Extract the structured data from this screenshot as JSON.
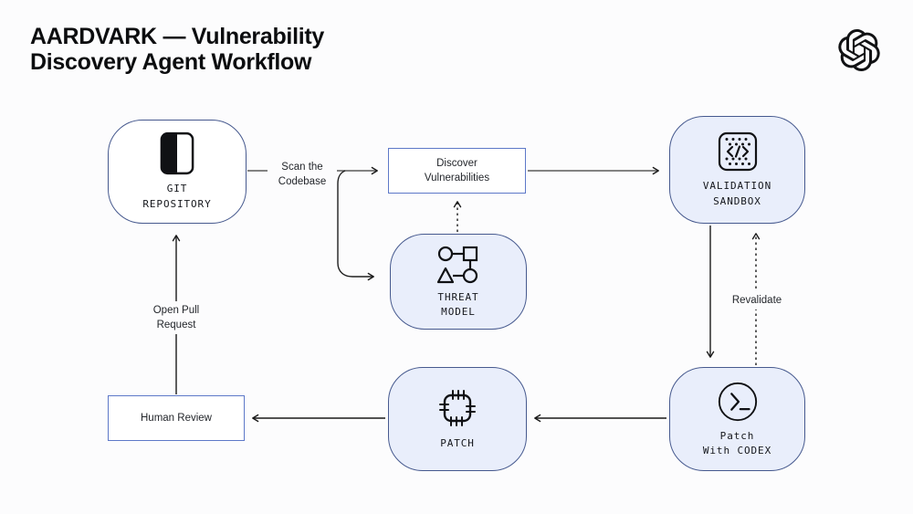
{
  "title": "AARDVARK — Vulnerability\nDiscovery Agent Workflow",
  "brand": {
    "logo_icon": "openai-logo-icon"
  },
  "nodes": {
    "git_repository": {
      "label": "GIT\nREPOSITORY",
      "icon": "git-repository-icon",
      "shape": "rounded",
      "fill": "#ffffff"
    },
    "discover_vulnerabilities": {
      "label": "Discover\nVulnerabilities",
      "shape": "rectangle",
      "fill": "#ffffff"
    },
    "threat_model": {
      "label": "THREAT\nMODEL",
      "icon": "threat-model-icon",
      "shape": "rounded",
      "fill": "#e9eefb"
    },
    "validation_sandbox": {
      "label": "VALIDATION\nSANDBOX",
      "icon": "sandbox-code-icon",
      "shape": "rounded",
      "fill": "#e9eefb"
    },
    "patch_with_codex": {
      "label": "Patch\nWith CODEX",
      "icon": "terminal-prompt-icon",
      "shape": "rounded",
      "fill": "#e9eefb"
    },
    "patch": {
      "label": "PATCH",
      "icon": "patch-stitch-icon",
      "shape": "rounded",
      "fill": "#e9eefb"
    },
    "human_review": {
      "label": "Human Review",
      "shape": "rectangle",
      "fill": "#ffffff"
    }
  },
  "edge_labels": {
    "scan_the_codebase": "Scan the\nCodebase",
    "open_pull_request": "Open Pull\nRequest",
    "revalidate": "Revalidate"
  },
  "edges": [
    {
      "from": "git_repository",
      "to": "discover_vulnerabilities",
      "label": "Scan the Codebase",
      "style": "solid"
    },
    {
      "from": "git_repository",
      "to": "threat_model",
      "label": "Scan the Codebase",
      "style": "solid-curved"
    },
    {
      "from": "discover_vulnerabilities",
      "to": "validation_sandbox",
      "style": "solid"
    },
    {
      "from": "threat_model",
      "to": "discover_vulnerabilities",
      "style": "dashed"
    },
    {
      "from": "validation_sandbox",
      "to": "patch_with_codex",
      "style": "solid"
    },
    {
      "from": "patch_with_codex",
      "to": "validation_sandbox",
      "label": "Revalidate",
      "style": "dashed"
    },
    {
      "from": "patch_with_codex",
      "to": "patch",
      "style": "solid"
    },
    {
      "from": "patch",
      "to": "human_review",
      "style": "solid"
    },
    {
      "from": "human_review",
      "to": "git_repository",
      "label": "Open Pull Request",
      "style": "solid"
    }
  ],
  "colors": {
    "background": "#fcfcfd",
    "node_fill_blue": "#e9eefb",
    "node_border_rounded": "#46598e",
    "node_border_rect": "#5d78c8",
    "line_dark": "#1a1a1a",
    "line_gray": "#5a5a5a",
    "text": "#15171c"
  }
}
